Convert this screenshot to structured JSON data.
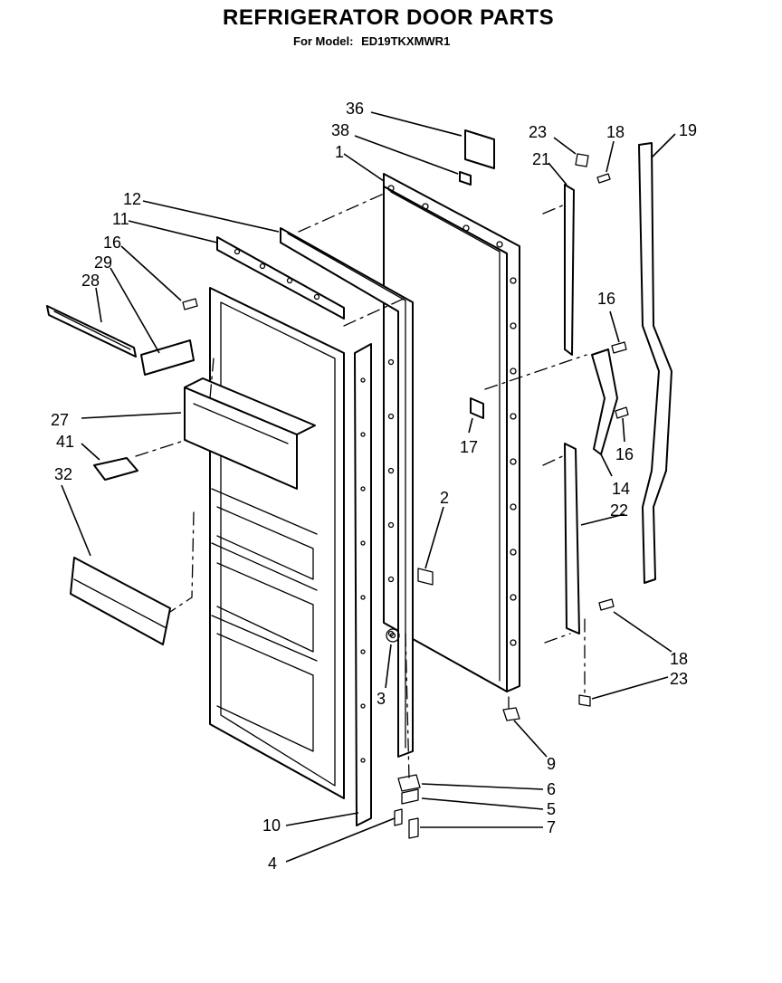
{
  "header": {
    "title": "REFRIGERATOR DOOR PARTS",
    "model_label": "For Model:",
    "model_number": "ED19TKXMWR1"
  },
  "callouts": {
    "c36": "36",
    "c38": "38",
    "c1": "1",
    "c23a": "23",
    "c18a": "18",
    "c19": "19",
    "c21": "21",
    "c12": "12",
    "c11": "11",
    "c16a": "16",
    "c29": "29",
    "c28": "28",
    "c16b": "16",
    "c17": "17",
    "c16c": "16",
    "c27": "27",
    "c41": "41",
    "c32": "32",
    "c14": "14",
    "c2": "2",
    "c22": "22",
    "c18b": "18",
    "c23b": "23",
    "c3": "3",
    "c9": "9",
    "c6": "6",
    "c5": "5",
    "c7": "7",
    "c10": "10",
    "c4": "4"
  }
}
